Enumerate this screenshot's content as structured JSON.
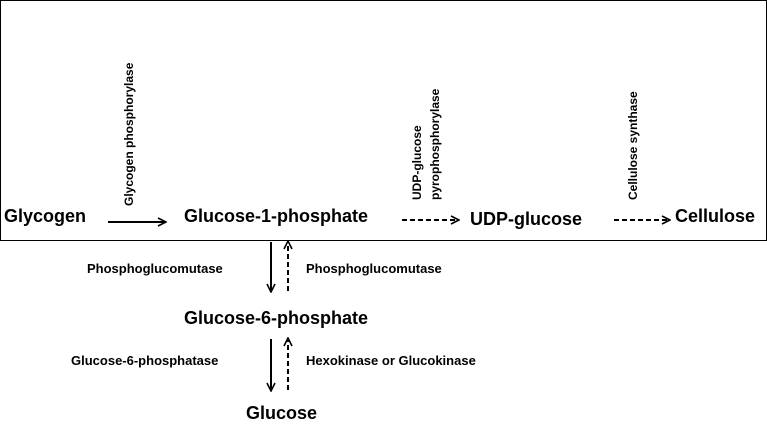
{
  "metabolites": {
    "glycogen": "Glycogen",
    "g1p": "Glucose-1-phosphate",
    "udp_glucose": "UDP-glucose",
    "cellulose": "Cellulose",
    "g6p": "Glucose-6-phosphate",
    "glucose": "Glucose"
  },
  "enzymes": {
    "glycogen_phosphorylase": "Glycogen phosphorylase",
    "udp_glucose_pyrophosphorylase_line1": "UDP-glucose",
    "udp_glucose_pyrophosphorylase_line2": "pyrophosphorylase",
    "cellulose_synthase": "Cellulose synthase",
    "phosphoglucomutase_forward": "Phosphoglucomutase",
    "phosphoglucomutase_reverse": "Phosphoglucomutase",
    "glucose_6_phosphatase": "Glucose-6-phosphatase",
    "hexokinase_or_glucokinase": "Hexokinase or Glucokinase"
  }
}
